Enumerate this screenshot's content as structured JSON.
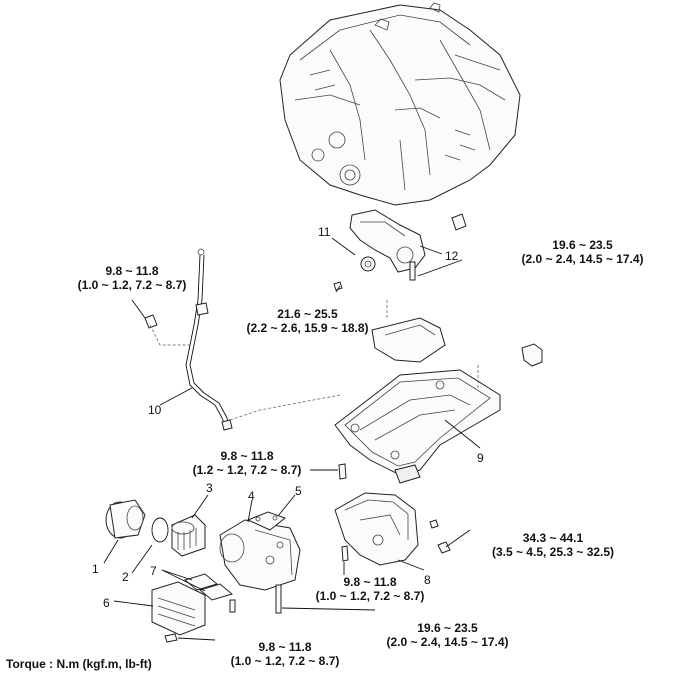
{
  "callouts": {
    "c1": "1",
    "c2": "2",
    "c3": "3",
    "c4": "4",
    "c5": "5",
    "c6": "6",
    "c7": "7",
    "c8": "8",
    "c9": "9",
    "c10": "10",
    "c11": "11",
    "c12": "12"
  },
  "torques": {
    "dipstick": {
      "nm": "9.8 ~ 11.8",
      "alt": "(1.0 ~ 1.2, 7.2 ~ 8.7)"
    },
    "oil_pump_bolt": {
      "nm": "19.6 ~ 23.5",
      "alt": "(2.0 ~ 2.4, 14.5 ~ 17.4)"
    },
    "chain_guide": {
      "nm": "21.6 ~ 25.5",
      "alt": "(2.2 ~ 2.6, 15.9 ~ 18.8)"
    },
    "upper_pan": {
      "nm": "9.8 ~ 11.8",
      "alt": "(1.2 ~ 1.2, 7.2 ~ 8.7)"
    },
    "drain_plug": {
      "nm": "34.3 ~ 44.1",
      "alt": "(3.5 ~ 4.5, 25.3 ~ 32.5)"
    },
    "lower_pan": {
      "nm": "9.8 ~ 11.8",
      "alt": "(1.0 ~ 1.2, 7.2 ~ 8.7)"
    },
    "filter_housing": {
      "nm": "19.6 ~ 23.5",
      "alt": "(2.0 ~ 2.4, 14.5 ~ 17.4)"
    },
    "cooler": {
      "nm": "9.8 ~ 11.8",
      "alt": "(1.0 ~ 1.2, 7.2 ~ 8.7)"
    }
  },
  "footer": "Torque : N.m (kgf.m, lb-ft)"
}
